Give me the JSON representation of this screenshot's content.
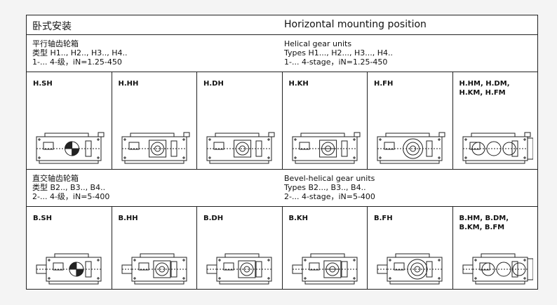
{
  "header": {
    "title_cn": "卧式安装",
    "title_en": "Horizontal mounting position"
  },
  "helical": {
    "cn": [
      "平行轴齿轮箱",
      "类型 H1.., H2.., H3.., H4..",
      "1-... 4-级，iN=1.25-450"
    ],
    "en": [
      "Helical gear units",
      "Types H1..., H2..., H3..., H4..",
      "1-... 4-stage，iN=1.25-450"
    ],
    "units": [
      {
        "code": "H.SH",
        "variant": "sh"
      },
      {
        "code": "H.HH",
        "variant": "hh"
      },
      {
        "code": "H.DH",
        "variant": "dh"
      },
      {
        "code": "H.KH",
        "variant": "kh"
      },
      {
        "code": "H.FH",
        "variant": "fh"
      },
      {
        "code": "H.HM, H.DM,\nH.KM, H.FM",
        "variant": "hm"
      }
    ]
  },
  "bevel": {
    "cn": [
      "直交轴齿轮箱",
      "类型 B2.., B3.., B4..",
      "2-... 4-级，iN=5-400"
    ],
    "en": [
      "Bevel-helical gear units",
      "Types B2..., B3.., B4..",
      "2-... 4-stage，iN=5-400"
    ],
    "units": [
      {
        "code": "B.SH",
        "variant": "sh"
      },
      {
        "code": "B.HH",
        "variant": "hh"
      },
      {
        "code": "B.DH",
        "variant": "dh"
      },
      {
        "code": "B.KH",
        "variant": "kh"
      },
      {
        "code": "B.FH",
        "variant": "fh"
      },
      {
        "code": "B.HM, B.DM,\nB.KM, B.FM",
        "variant": "hm"
      }
    ]
  }
}
